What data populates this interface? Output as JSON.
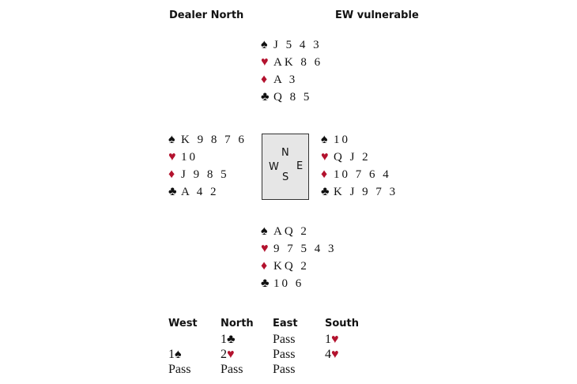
{
  "header": {
    "dealer": "Dealer North",
    "vulnerability": "EW vulnerable"
  },
  "suits": {
    "spades": "♠",
    "hearts": "♥",
    "diamonds": "♦",
    "clubs": "♣"
  },
  "colors": {
    "red": "#b3122e",
    "black": "#111111",
    "compass_bg": "#e6e6e6"
  },
  "hands": {
    "north": {
      "spades": "J 5 4 3",
      "hearts": "AK 8 6",
      "diamonds": "A 3",
      "clubs": "Q 8 5"
    },
    "west": {
      "spades": "K 9 8 7 6",
      "hearts": "10",
      "diamonds": "J 9 8 5",
      "clubs": "A 4 2"
    },
    "east": {
      "spades": "10",
      "hearts": "Q J 2",
      "diamonds": "10 7 6 4",
      "clubs": "K J 9 7 3"
    },
    "south": {
      "spades": "AQ 2",
      "hearts": "9 7 5 4 3",
      "diamonds": "KQ 2",
      "clubs": "10 6"
    }
  },
  "compass": {
    "n": "N",
    "s": "S",
    "e": "E",
    "w": "W"
  },
  "auction": [
    {
      "name": "West",
      "calls": [
        {
          "text": ""
        },
        {
          "level": "1",
          "suit": "spades"
        },
        {
          "text": "Pass"
        }
      ]
    },
    {
      "name": "North",
      "calls": [
        {
          "level": "1",
          "suit": "clubs"
        },
        {
          "level": "2",
          "suit": "hearts"
        },
        {
          "text": "Pass"
        }
      ]
    },
    {
      "name": "East",
      "calls": [
        {
          "text": "Pass"
        },
        {
          "text": "Pass"
        },
        {
          "text": "Pass"
        }
      ]
    },
    {
      "name": "South",
      "calls": [
        {
          "level": "1",
          "suit": "hearts"
        },
        {
          "level": "4",
          "suit": "hearts"
        }
      ]
    }
  ]
}
